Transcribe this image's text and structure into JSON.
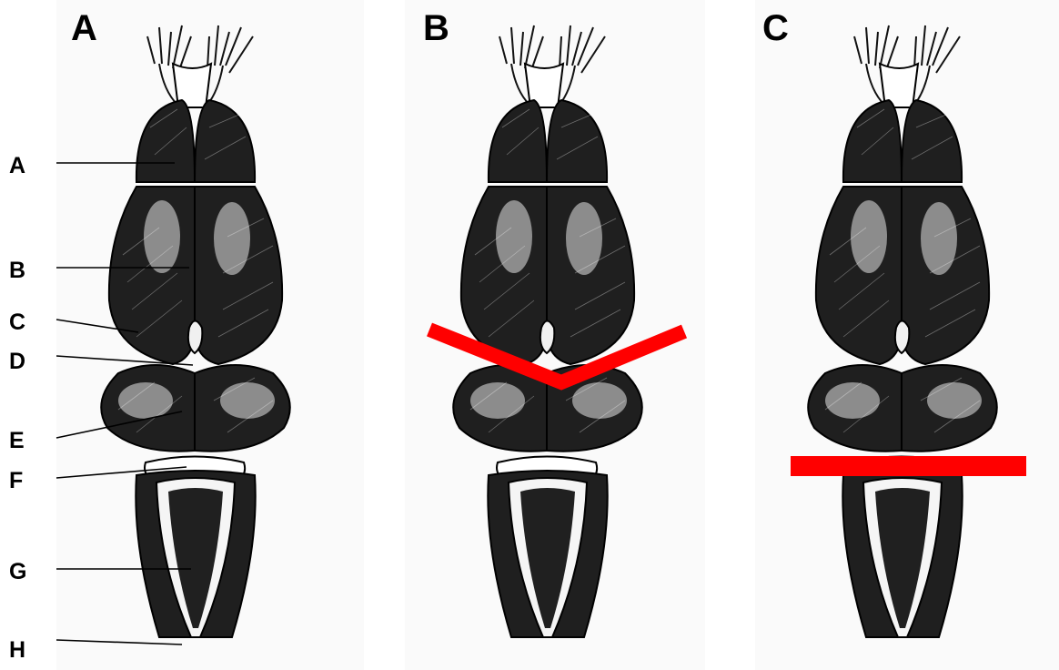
{
  "panels": [
    {
      "id": "A",
      "letter": "A"
    },
    {
      "id": "B",
      "letter": "B"
    },
    {
      "id": "C",
      "letter": "C"
    }
  ],
  "structure_labels": [
    "A",
    "B",
    "C",
    "D",
    "E",
    "F",
    "G",
    "H"
  ],
  "colors": {
    "cut_line": "#ff0000",
    "ink": "#000000",
    "panel_background": "#fafafa"
  }
}
